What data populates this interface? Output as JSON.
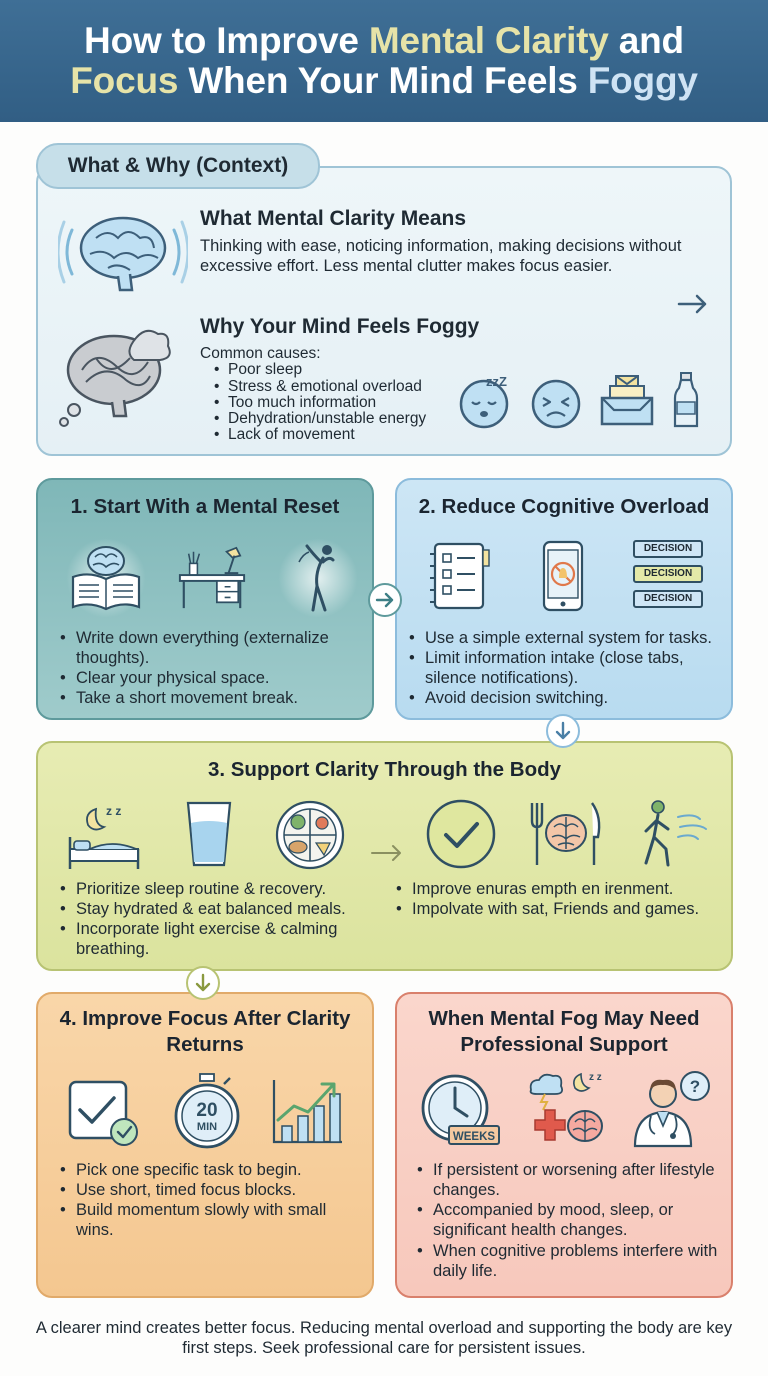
{
  "header": {
    "title_part1": "How to Improve ",
    "title_hl1": "Mental Clarity",
    "title_part2": " and",
    "title_hl2": "Focus",
    "title_part3": " When Your Mind Feels ",
    "title_hl3": "Foggy"
  },
  "context": {
    "tab_label": "What & Why (Context)",
    "clarity_heading": "What Mental Clarity Means",
    "clarity_text": "Thinking with ease, noticing information, making decisions without excessive effort. Less mental clutter makes focus easier.",
    "foggy_heading": "Why Your Mind Feels Foggy",
    "causes_label": "Common causes:",
    "causes": [
      "Poor sleep",
      "Stress & emotional overload",
      "Too much information",
      "Dehydration/unstable energy",
      "Lack of movement"
    ],
    "sleep_icon_text": "zzZ"
  },
  "section1": {
    "title": "1. Start With a Mental Reset",
    "bullets": [
      "Write down everything (externalize thoughts).",
      "Clear your physical space.",
      "Take a short movement break."
    ]
  },
  "section2": {
    "title": "2. Reduce Cognitive Overload",
    "bullets": [
      "Use a simple external system for tasks.",
      "Limit information intake (close tabs, silence notifications).",
      "Avoid decision switching."
    ],
    "decision_labels": [
      "DECISION",
      "DECISION",
      "DECISION"
    ]
  },
  "section3": {
    "title": "3. Support Clarity Through the Body",
    "bullets_left": [
      "Prioritize sleep routine & recovery.",
      "Stay hydrated & eat balanced meals.",
      "Incorporate light exercise & calming breathing."
    ],
    "bullets_right": [
      "Improve enuras empth en irenment.",
      "Impolvate with sat, Friends and games."
    ],
    "sleep_icon_text": "z z"
  },
  "section4": {
    "title": "4. Improve Focus After Clarity Returns",
    "bullets": [
      "Pick one specific task to begin.",
      "Use short, timed focus blocks.",
      "Build momentum slowly with small wins."
    ],
    "timer_number": "20",
    "timer_unit": "MIN"
  },
  "section5": {
    "title": "When Mental Fog May Need Professional Support",
    "bullets": [
      "If persistent or worsening after lifestyle changes.",
      "Accompanied by mood, sleep, or significant health changes.",
      "When cognitive problems interfere with daily life."
    ],
    "clock_label": "WEEKS",
    "sleep_icon_text": "z z"
  },
  "footer": {
    "text": "A clearer mind creates better focus. Reducing mental overload and supporting the body are key first steps. Seek professional care for persistent issues."
  },
  "colors": {
    "header_bg": "#3f6f96",
    "title_highlight": "#e6e3a8",
    "title_highlight_blue": "#cfe3f4",
    "context_bg": "#eef6f9",
    "section1_bg": "#7fb7b8",
    "section2_bg": "#cde6f5",
    "section3_bg": "#e7ecb3",
    "section4_bg": "#f9d6a9",
    "section5_bg": "#fad6cc",
    "check_green": "#5aa56e",
    "alert_red": "#e05a4c"
  },
  "icons": [
    "brain-icon",
    "foggy-brain-icon",
    "sleepy-face-icon",
    "stressed-face-icon",
    "inbox-icon",
    "water-bottle-icon",
    "open-book-brain-icon",
    "tidy-desk-icon",
    "stretching-person-icon",
    "checklist-notebook-icon",
    "silenced-phone-icon",
    "decision-stack-icon",
    "sleeping-bed-icon",
    "water-glass-icon",
    "balanced-plate-icon",
    "checkmark-circle-icon",
    "fork-brain-knife-icon",
    "walking-person-icon",
    "task-check-icon",
    "timer-icon",
    "growth-chart-icon",
    "weeks-clock-icon",
    "health-cross-brain-icon",
    "doctor-icon",
    "arrow-right-icon",
    "arrow-down-icon"
  ]
}
